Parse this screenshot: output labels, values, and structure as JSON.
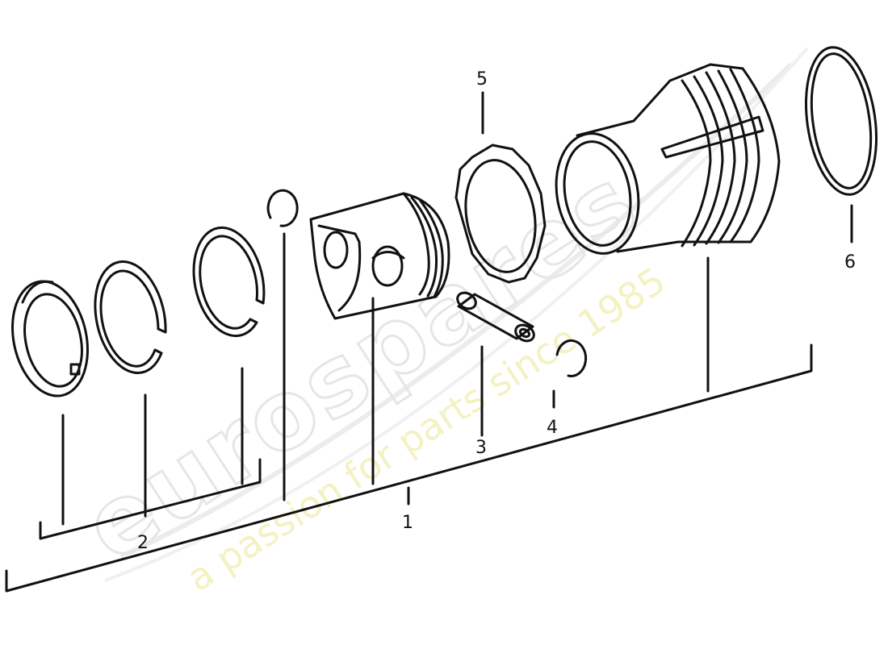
{
  "watermark": {
    "brand": "eurospares",
    "tagline": "a passion for parts since 1985"
  },
  "callouts": [
    {
      "id": "1",
      "label": "1"
    },
    {
      "id": "2",
      "label": "2"
    },
    {
      "id": "3",
      "label": "3"
    },
    {
      "id": "4",
      "label": "4"
    },
    {
      "id": "5",
      "label": "5"
    },
    {
      "id": "6",
      "label": "6"
    }
  ],
  "colors": {
    "line": "#111111",
    "watermark_gray": "#e6e6e6",
    "watermark_yellow": "#f1f0b9"
  }
}
